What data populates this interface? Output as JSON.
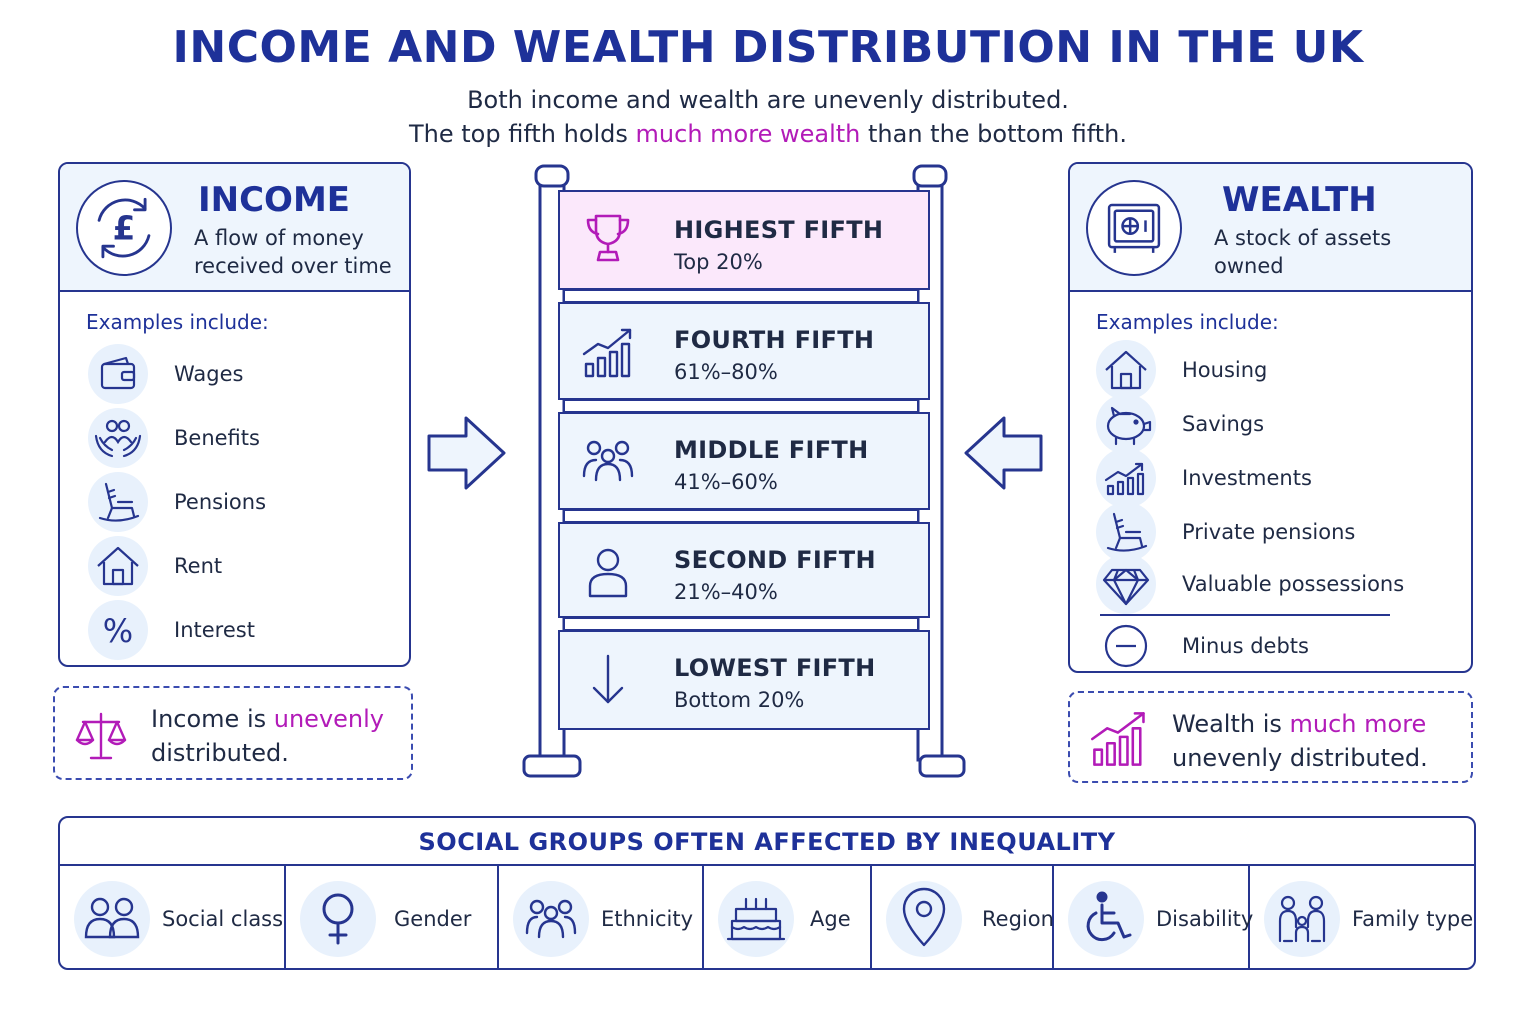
{
  "header": {
    "title": "INCOME AND WEALTH DISTRIBUTION IN THE UK",
    "subtitle_line1": "Both income and wealth are unevenly distributed.",
    "subtitle_line2_a": "The top fifth holds ",
    "subtitle_line2_highlight": "much more wealth",
    "subtitle_line2_b": " than the bottom fifth."
  },
  "income": {
    "icon": "pound-cycle-icon",
    "title": "INCOME",
    "desc_line1": "A flow of money",
    "desc_line2": "received over time",
    "examples_label": "Examples include:",
    "examples": [
      {
        "label": "Wages",
        "icon": "wallet-icon"
      },
      {
        "label": "Benefits",
        "icon": "hands-people-icon"
      },
      {
        "label": "Pensions",
        "icon": "rocking-chair-icon"
      },
      {
        "label": "Rent",
        "icon": "house-icon"
      },
      {
        "label": "Interest",
        "icon": "percent-icon"
      }
    ],
    "note_a": "Income is ",
    "note_highlight": "unevenly",
    "note_b": "distributed.",
    "note_icon": "scales-icon"
  },
  "wealth": {
    "icon": "safe-icon",
    "title": "WEALTH",
    "desc_line1": "A stock of assets",
    "desc_line2": "owned",
    "examples_label": "Examples include:",
    "examples": [
      {
        "label": "Housing",
        "icon": "house-icon"
      },
      {
        "label": "Savings",
        "icon": "piggy-bank-icon"
      },
      {
        "label": "Investments",
        "icon": "growth-chart-icon"
      },
      {
        "label": "Private pensions",
        "icon": "rocking-chair-icon"
      },
      {
        "label": "Valuable possessions",
        "icon": "diamond-icon"
      }
    ],
    "minus_label": "Minus debts",
    "minus_icon": "minus-circle-icon",
    "note_a": "Wealth is ",
    "note_highlight": "much more",
    "note_b": "unevenly distributed.",
    "note_icon": "growth-chart-icon"
  },
  "ladder": [
    {
      "title": "HIGHEST FIFTH",
      "sub": "Top 20%",
      "icon": "trophy-icon"
    },
    {
      "title": "FOURTH FIFTH",
      "sub": "61%–80%",
      "icon": "growth-chart-icon"
    },
    {
      "title": "MIDDLE FIFTH",
      "sub": "41%–60%",
      "icon": "group-icon"
    },
    {
      "title": "SECOND FIFTH",
      "sub": "21%–40%",
      "icon": "person-icon"
    },
    {
      "title": "LOWEST FIFTH",
      "sub": "Bottom 20%",
      "icon": "down-arrow-icon"
    }
  ],
  "groups": {
    "title": "SOCIAL GROUPS OFTEN AFFECTED BY INEQUALITY",
    "items": [
      {
        "label": "Social class",
        "icon": "two-people-icon"
      },
      {
        "label": "Gender",
        "icon": "female-symbol-icon"
      },
      {
        "label": "Ethnicity",
        "icon": "three-people-icon"
      },
      {
        "label": "Age",
        "icon": "birthday-cake-icon"
      },
      {
        "label": "Region",
        "icon": "location-pin-icon"
      },
      {
        "label": "Disability",
        "icon": "wheelchair-icon"
      },
      {
        "label": "Family type",
        "icon": "family-icon"
      }
    ]
  },
  "colors": {
    "navy": "#1e3199",
    "magenta": "#b21bb8",
    "light_blue": "#eef5fd",
    "light_pink": "#fbe8fb"
  }
}
